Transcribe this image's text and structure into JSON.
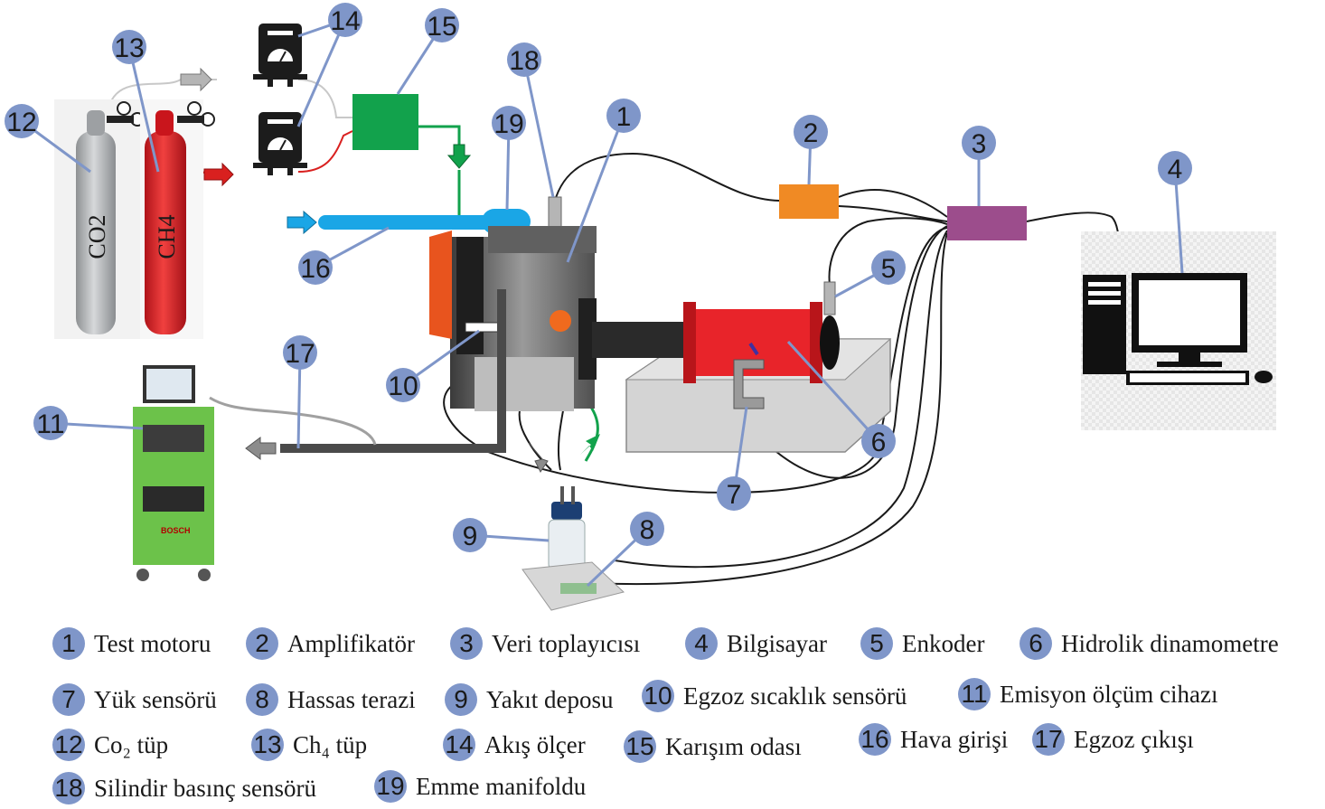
{
  "cylinders": {
    "co2": "CO2",
    "ch4": "CH4"
  },
  "device_brand": "BOSCH",
  "callout_color": "#7f96c9",
  "component_colors": {
    "mixing_chamber": "#12a24c",
    "amplifier": "#f08a24",
    "data_logger": "#9c4d8c",
    "air_intake": "#1aa6e6",
    "dynamometer": "#e8242a",
    "co2_cylinder": "#b9bbbd",
    "ch4_cylinder": "#e8242a",
    "analyzer_cart": "#6cc24a"
  },
  "legend": [
    {
      "num": "1",
      "label": "Test motoru"
    },
    {
      "num": "2",
      "label": "Amplifikatör"
    },
    {
      "num": "3",
      "label": "Veri toplayıcısı"
    },
    {
      "num": "4",
      "label": "Bilgisayar"
    },
    {
      "num": "5",
      "label": "Enkoder"
    },
    {
      "num": "6",
      "label": "Hidrolik dinamometre"
    },
    {
      "num": "7",
      "label": "Yük sensörü"
    },
    {
      "num": "8",
      "label": "Hassas terazi"
    },
    {
      "num": "9",
      "label": "Yakıt deposu"
    },
    {
      "num": "10",
      "label": "Egzoz sıcaklık sensörü"
    },
    {
      "num": "11",
      "label": "Emisyon ölçüm cihazı"
    },
    {
      "num": "12",
      "label": "Co₂ tüp"
    },
    {
      "num": "13",
      "label": "Ch₄ tüp"
    },
    {
      "num": "14",
      "label": "Akış ölçer"
    },
    {
      "num": "15",
      "label": "Karışım odası"
    },
    {
      "num": "16",
      "label": "Hava girişi"
    },
    {
      "num": "17",
      "label": "Egzoz çıkışı"
    },
    {
      "num": "18",
      "label": "Silindir basınç sensörü"
    },
    {
      "num": "19",
      "label": "Emme manifoldu"
    }
  ]
}
